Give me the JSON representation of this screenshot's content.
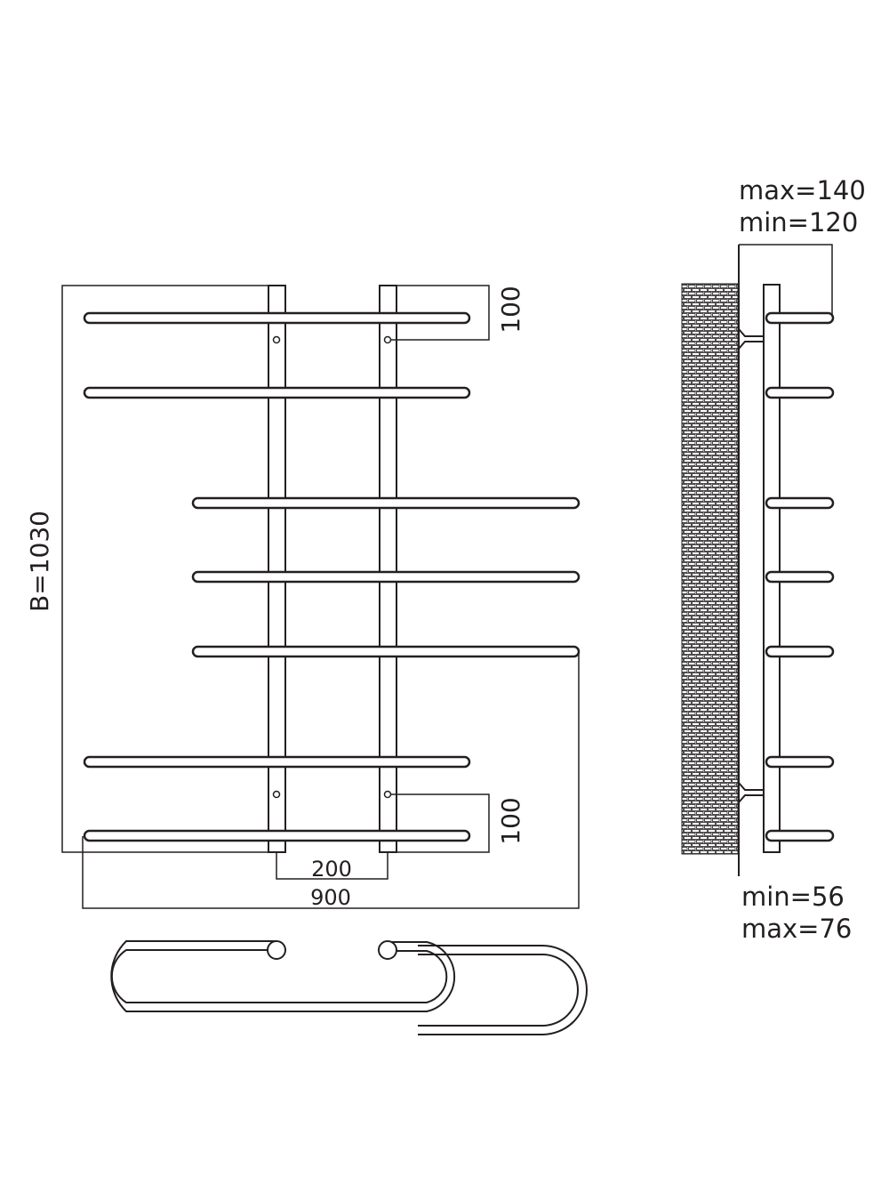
{
  "front_view": {
    "height_label": "B=1030",
    "top_mount_offset": "100",
    "bottom_mount_offset": "100",
    "mount_spacing": "200",
    "total_width": "900"
  },
  "side_view": {
    "projection_max": "max=140",
    "projection_min": "min=120",
    "wall_gap_min": "min=56",
    "wall_gap_max": "max=76"
  },
  "colors": {
    "line": "#231f20",
    "background": "#ffffff"
  }
}
